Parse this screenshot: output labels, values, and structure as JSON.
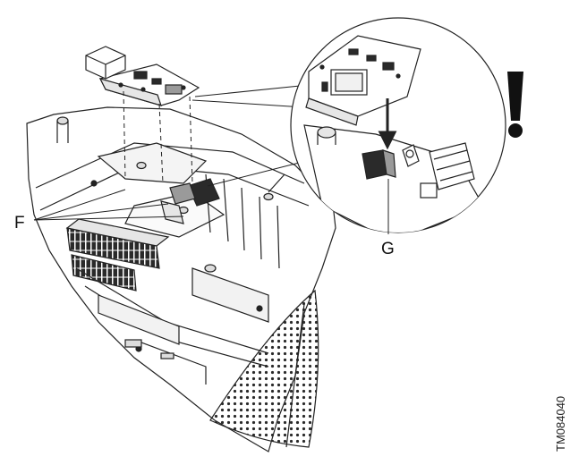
{
  "callouts": {
    "f": "F",
    "g": "G"
  },
  "warning_symbol": "!",
  "document_number": "TM084040",
  "colors": {
    "line": "#222222",
    "dark": "#2a2a2a",
    "shade": "#9a9a9a",
    "light": "#e6e6e6"
  }
}
